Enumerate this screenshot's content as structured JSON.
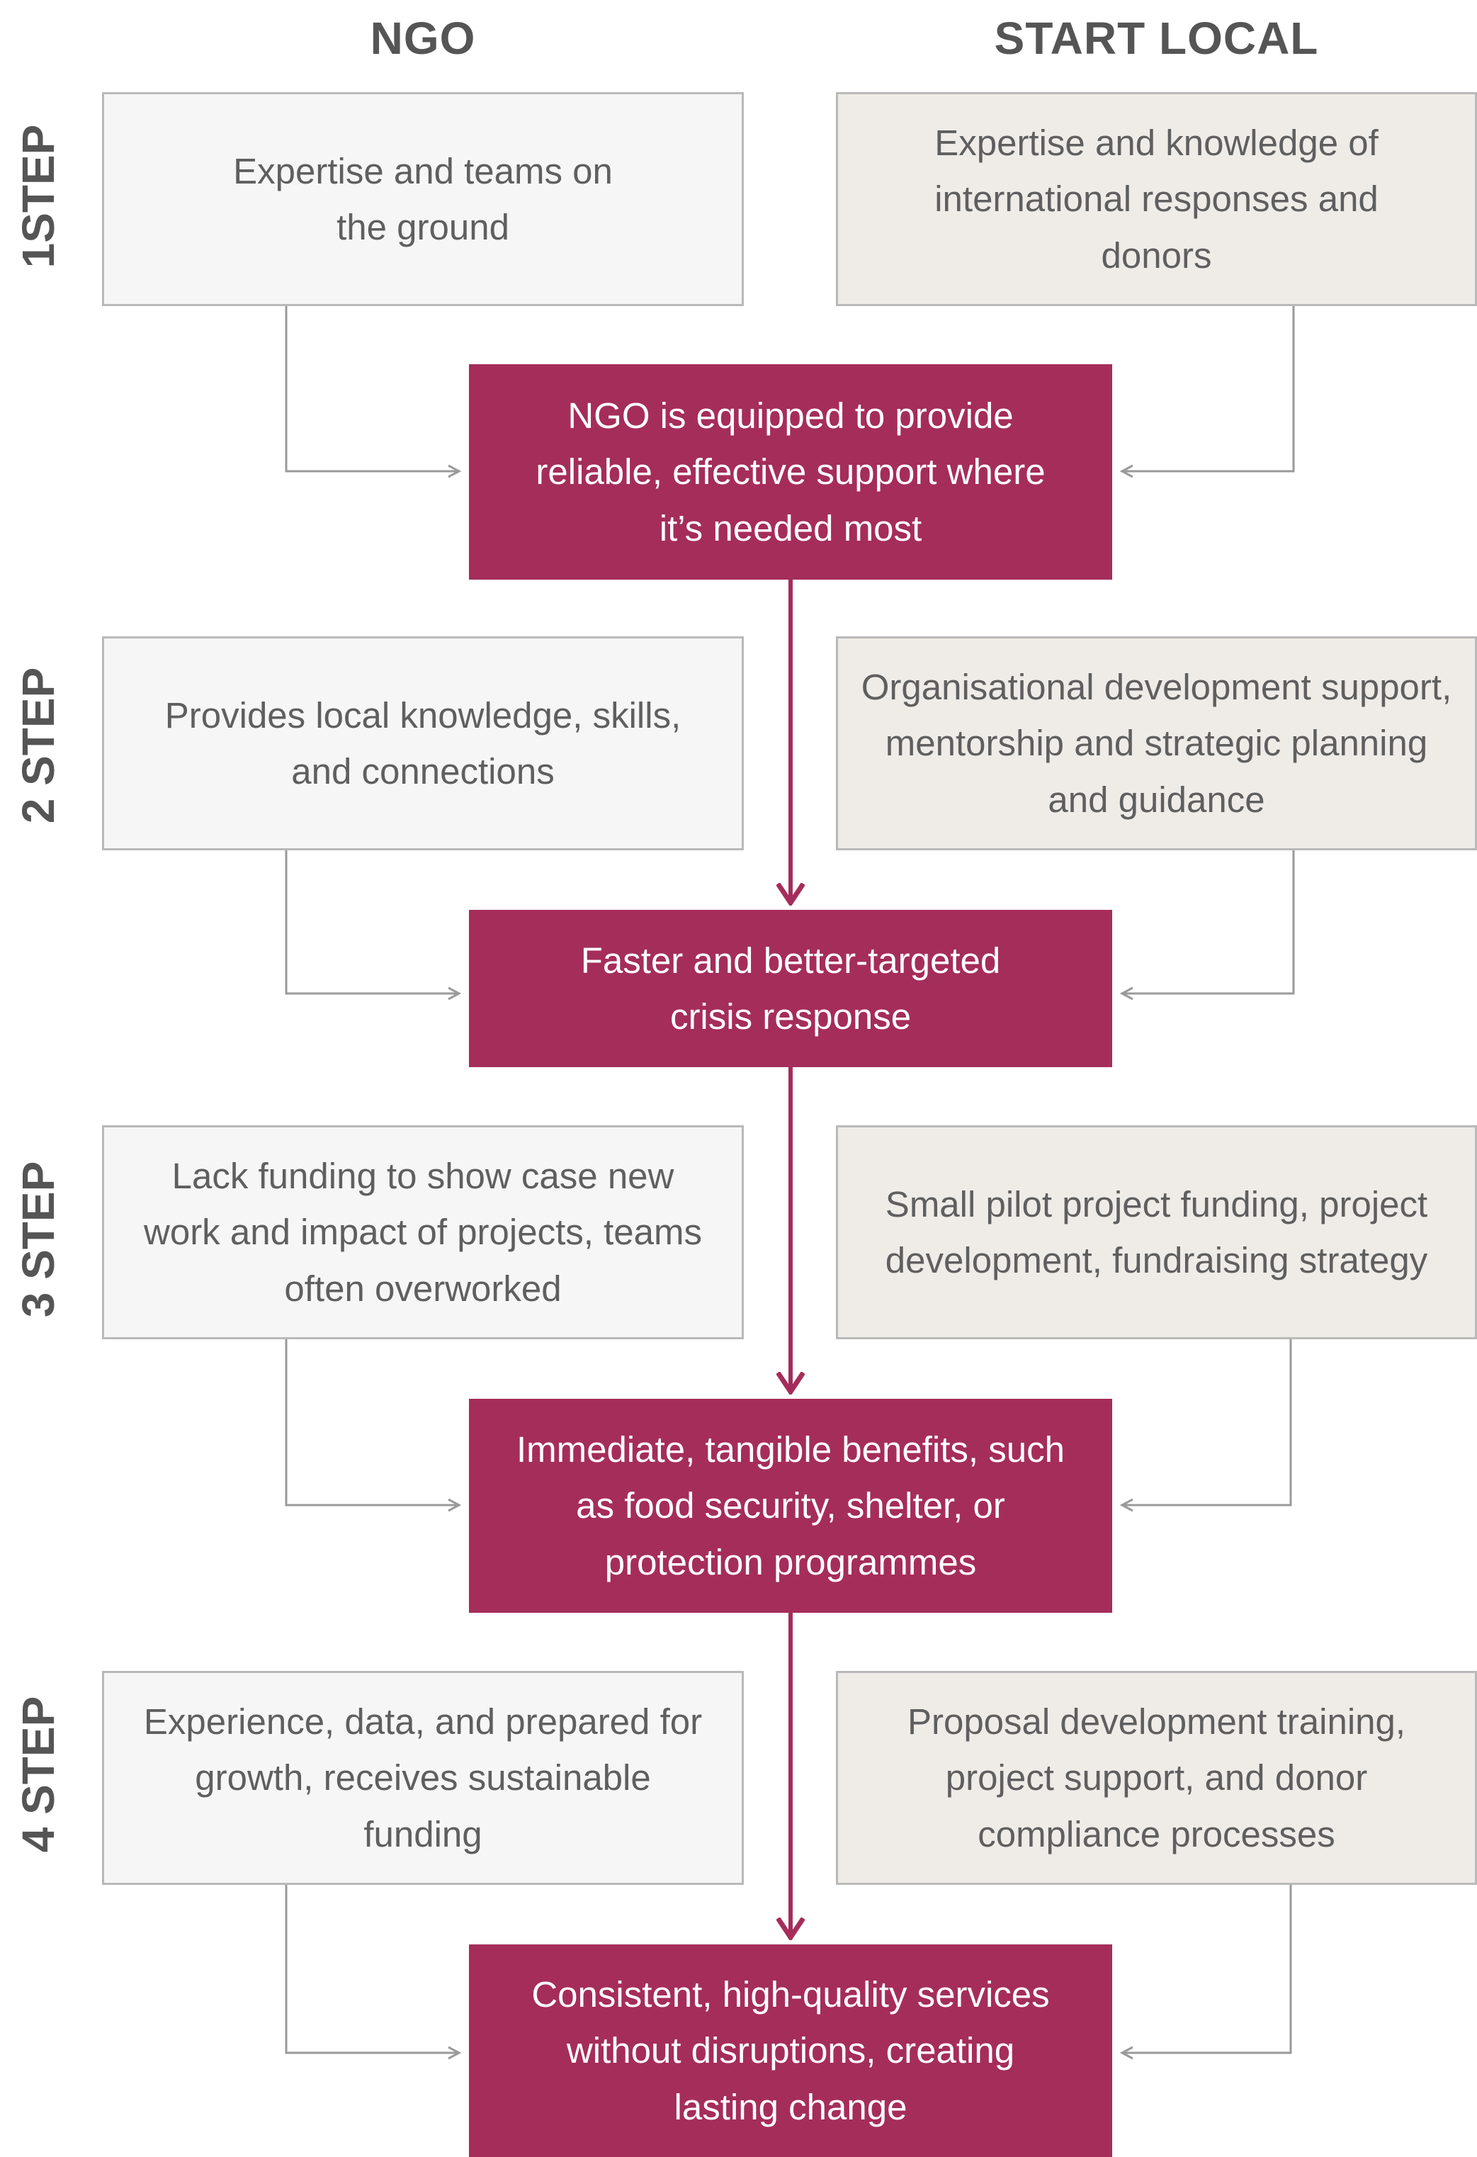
{
  "columns": {
    "ngo": "NGO",
    "local": "START LOCAL"
  },
  "colors": {
    "result_fill": "#a52d5a",
    "ngo_fill": "#f6f6f6",
    "local_fill": "#efece8",
    "border": "#b9b9b9",
    "text": "#5f5f5f",
    "connector": "#9a9a9a"
  },
  "steps": [
    {
      "label": "1STEP",
      "ngo": "Expertise and teams on the ground",
      "local": "Expertise and knowledge of international responses and donors",
      "result": "NGO is equipped to provide reliable, effective support where it’s needed most"
    },
    {
      "label": "2 STEP",
      "ngo": "Provides local knowledge, skills, and connections",
      "local": "Organisational development support, mentorship and strategic planning and guidance",
      "result": "Faster and better-targeted crisis response"
    },
    {
      "label": "3 STEP",
      "ngo": "Lack funding to show case new work and impact of projects, teams often overworked",
      "local": "Small pilot project funding, project development, fundraising strategy",
      "result": "Immediate, tangible benefits, such as food security, shelter, or protection programmes"
    },
    {
      "label": "4 STEP",
      "ngo": "Experience, data, and prepared for growth, receives sustainable funding",
      "local": "Proposal development training, project support, and donor compliance processes",
      "result": "Consistent, high-quality services without disruptions, creating lasting change"
    }
  ]
}
